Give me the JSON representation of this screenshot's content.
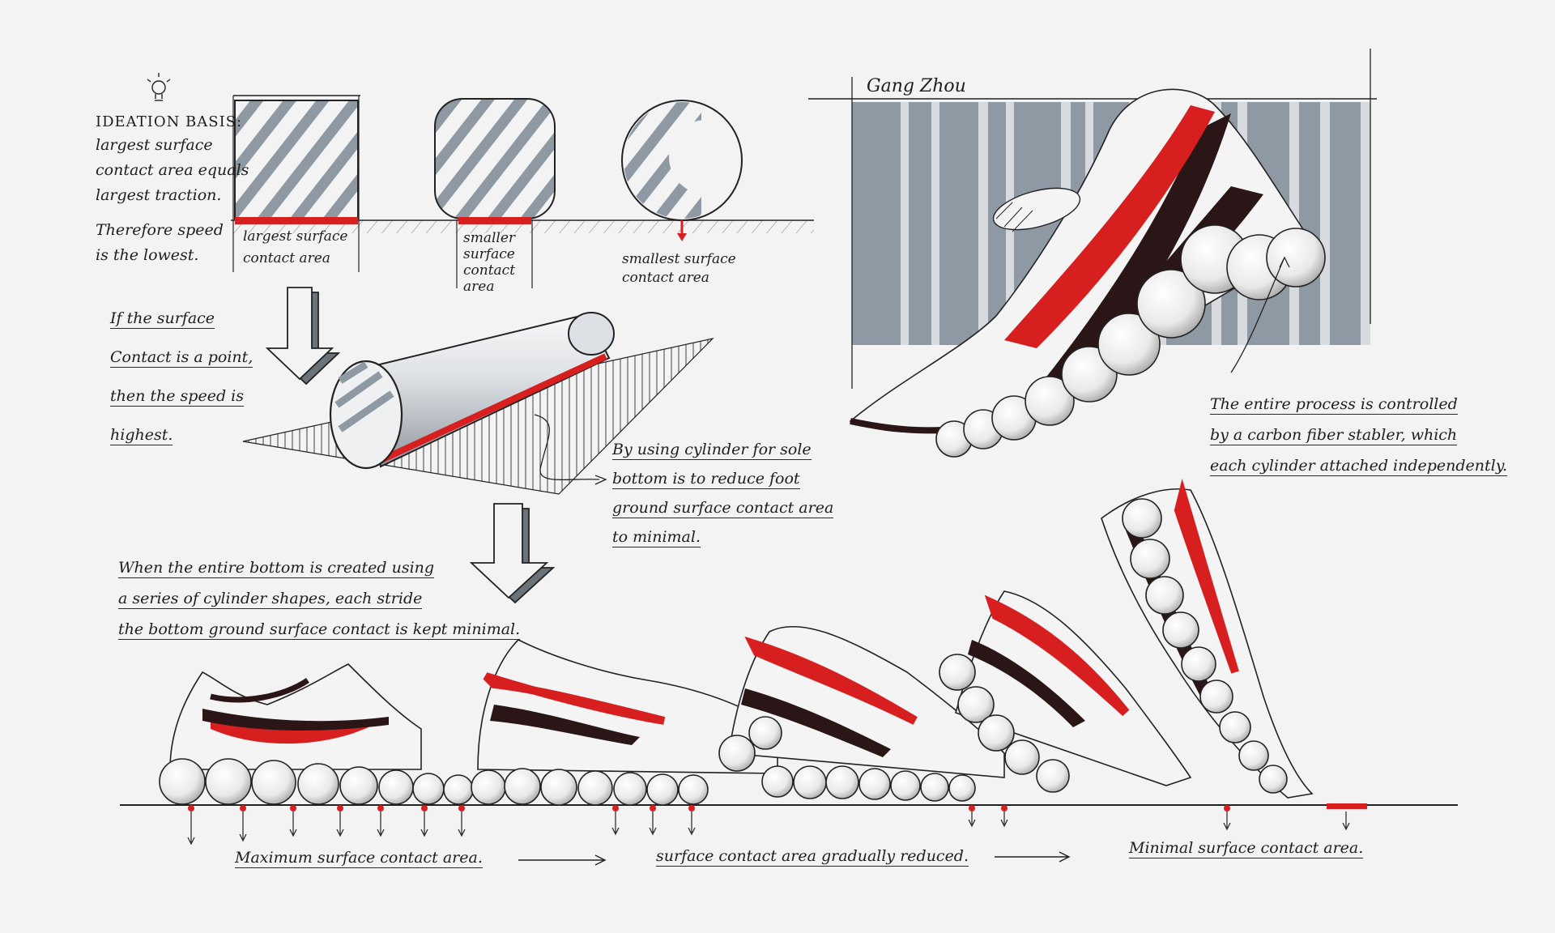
{
  "signature": "Gang Zhou",
  "ideation": {
    "heading": "IDEATION BASIS:",
    "lines": [
      "largest surface",
      "contact area equals",
      "largest traction.",
      "Therefore speed",
      "is the lowest."
    ]
  },
  "shapes": {
    "square_label": [
      "largest surface",
      "contact area"
    ],
    "rounded_label": [
      "smaller",
      "surface",
      "contact",
      "area"
    ],
    "circle_label": [
      "smallest surface",
      "contact area"
    ]
  },
  "point_note": [
    "If the surface",
    "Contact is a point,",
    "then the speed is",
    "highest."
  ],
  "cylinder_note": [
    "By using cylinder for sole",
    "bottom is to reduce foot",
    "ground surface contact area",
    "to minimal."
  ],
  "series_note": [
    "When the entire bottom is created using",
    "a series of cylinder shapes, each stride",
    "the bottom ground surface contact is kept minimal."
  ],
  "carbon_note": [
    "The entire process is controlled",
    "by a carbon fiber stabler, which",
    "each cylinder attached independently."
  ],
  "bottom_labels": {
    "maximum": "Maximum surface contact area.",
    "gradual": "surface contact area gradually reduced.",
    "minimal": "Minimal surface contact area."
  },
  "colors": {
    "accent_red": "#d81f1f",
    "ink": "#1e1e1e",
    "shade_gray": "#8e99a4",
    "paper": "#f3f3f3",
    "shoe_black": "#2a1616"
  }
}
